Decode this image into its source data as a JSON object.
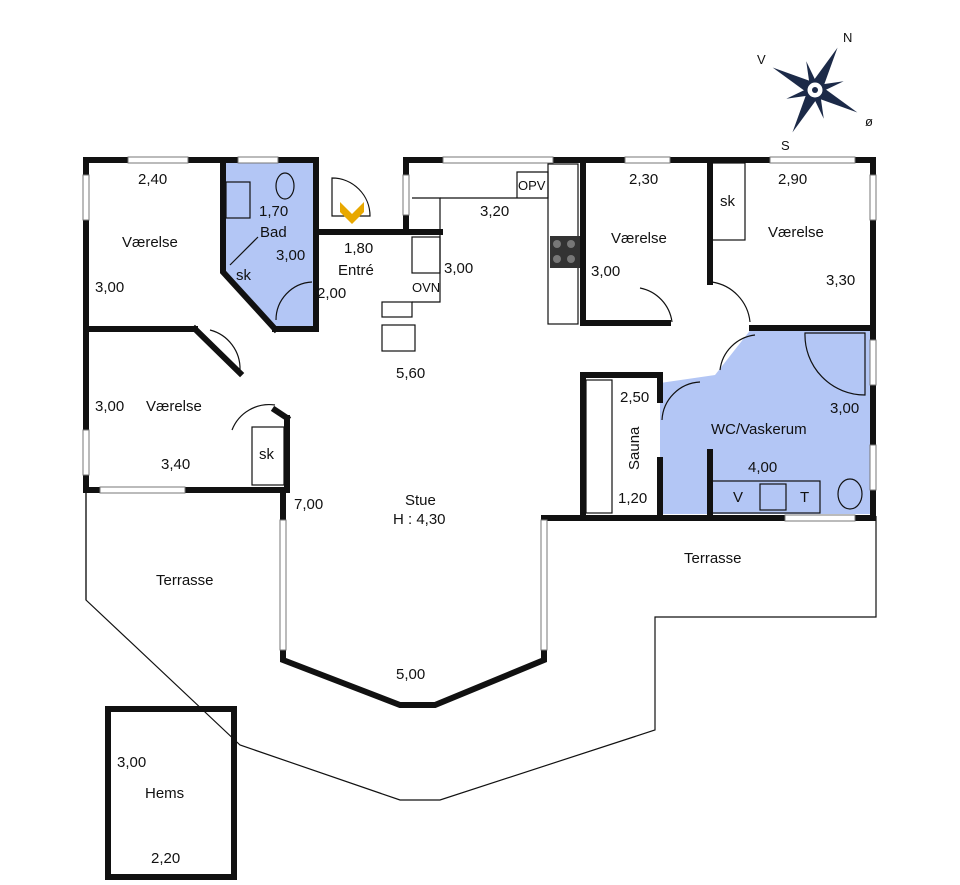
{
  "compass": {
    "n": "N",
    "v": "V",
    "o": "ø",
    "s": "S"
  },
  "rooms": {
    "vaerelse_nw": {
      "name": "Værelse",
      "width": "2,40",
      "depth": "3,00"
    },
    "bad": {
      "name": "Bad",
      "width": "1,70",
      "depth": "3,00",
      "closet": "sk"
    },
    "entre": {
      "name": "Entré",
      "width": "1,80",
      "depth": "2,00"
    },
    "kitchen": {
      "width": "3,20",
      "depth": "3,00",
      "opv": "OPV",
      "ovn": "OVN"
    },
    "vaerelse_n2": {
      "name": "Værelse",
      "width": "2,30",
      "depth": "3,00"
    },
    "vaerelse_ne": {
      "name": "Værelse",
      "width": "2,90",
      "depth": "3,30",
      "closet": "sk"
    },
    "vaerelse_w": {
      "name": "Værelse",
      "width": "3,40",
      "depth": "3,00",
      "closet": "sk"
    },
    "stue": {
      "name": "Stue",
      "height": "H : 4,30",
      "width": "5,60",
      "depth": "7,00",
      "bottom": "5,00"
    },
    "sauna": {
      "name": "Sauna",
      "depth": "2,50",
      "width": "1,20"
    },
    "wc": {
      "name": "WC/Vaskerum",
      "width": "4,00",
      "depth": "3,00",
      "v": "V",
      "t": "T"
    },
    "terrasse_w": {
      "name": "Terrasse"
    },
    "terrasse_e": {
      "name": "Terrasse"
    },
    "hems": {
      "name": "Hems",
      "depth": "3,00",
      "width": "2,20"
    }
  },
  "colors": {
    "wet_room": "#b3c6f5",
    "entry_arrow": "#e8a800",
    "wall": "#111111",
    "compass": "#1c2a48"
  }
}
